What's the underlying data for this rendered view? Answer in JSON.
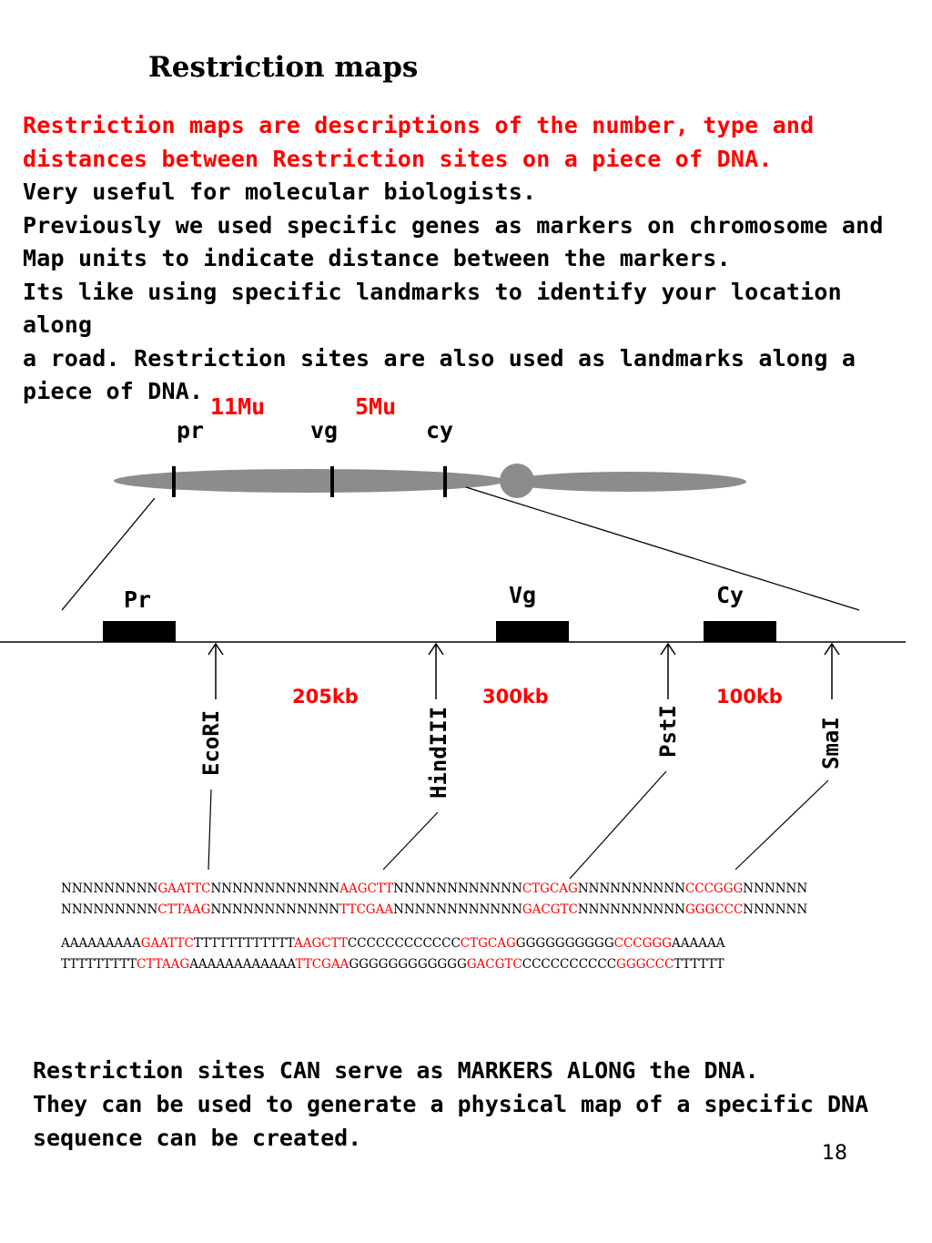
{
  "title": "Restriction maps",
  "intro": {
    "red_lines": [
      "Restriction maps are descriptions of the number, type and",
      "distances between Restriction sites on a piece of DNA."
    ],
    "black_lines": [
      "Very useful for molecular biologists.",
      "Previously we used specific genes as markers on chromosome and",
      "Map units to indicate distance between the markers.",
      "Its like using specific landmarks  to identify your location along",
      "a road. Restriction sites are also used as landmarks along a",
      "piece of DNA."
    ]
  },
  "chromosome": {
    "genetic_distances": [
      "11Mu",
      "5Mu"
    ],
    "gene_markers": [
      "pr",
      "vg",
      "cy"
    ]
  },
  "dna_map": {
    "genes": [
      "Pr",
      "Vg",
      "Cy"
    ],
    "distances": [
      "205kb",
      "300kb",
      "100kb"
    ],
    "enzymes": [
      "EcoRI",
      "HindIII",
      "PstI",
      "SmaI"
    ]
  },
  "sequences": [
    [
      {
        "t": "NNNNNNNNN",
        "s": false
      },
      {
        "t": "GAATTC",
        "s": true
      },
      {
        "t": "NNNNNNNNNNNN",
        "s": false
      },
      {
        "t": "AAGCTT",
        "s": true
      },
      {
        "t": "NNNNNNNNNNNN",
        "s": false
      },
      {
        "t": "CTGCAG",
        "s": true
      },
      {
        "t": "NNNNNNNNNN",
        "s": false
      },
      {
        "t": "CCCGGG",
        "s": true
      },
      {
        "t": "NNNNNN",
        "s": false
      }
    ],
    [
      {
        "t": "NNNNNNNNN",
        "s": false
      },
      {
        "t": "CTTAAG",
        "s": true
      },
      {
        "t": "NNNNNNNNNNNN",
        "s": false
      },
      {
        "t": "TTCGAA",
        "s": true
      },
      {
        "t": "NNNNNNNNNNNN",
        "s": false
      },
      {
        "t": "GACGTC",
        "s": true
      },
      {
        "t": "NNNNNNNNNN",
        "s": false
      },
      {
        "t": "GGGCCC",
        "s": true
      },
      {
        "t": "NNNNNN",
        "s": false
      }
    ],
    [
      {
        "t": "AAAAAAAAA",
        "s": false
      },
      {
        "t": "GAATTC",
        "s": true
      },
      {
        "t": "TTTTTTTTTTTT",
        "s": false
      },
      {
        "t": "AAGCTT",
        "s": true
      },
      {
        "t": "CCCCCCCCCCCC",
        "s": false
      },
      {
        "t": "CTGCAG",
        "s": true
      },
      {
        "t": "GGGGGGGGGG",
        "s": false
      },
      {
        "t": "CCCGGG",
        "s": true
      },
      {
        "t": "AAAAAA",
        "s": false
      }
    ],
    [
      {
        "t": "TTTTTTTTT",
        "s": false
      },
      {
        "t": "CTTAAG",
        "s": true
      },
      {
        "t": "AAAAAAAAAAAA",
        "s": false
      },
      {
        "t": "TTCGAA",
        "s": true
      },
      {
        "t": "GGGGGGGGGGGG",
        "s": false
      },
      {
        "t": "GACGTC",
        "s": true
      },
      {
        "t": "CCCCCCCCCC",
        "s": false
      },
      {
        "t": "GGGCCC",
        "s": true
      },
      {
        "t": "TTTTTT",
        "s": false
      }
    ]
  ],
  "closing": [
    "Restriction sites CAN serve as MARKERS ALONG the DNA.",
    "They can be used to generate a physical map of a specific DNA",
    "sequence can be created."
  ],
  "page_number": "18",
  "colors": {
    "highlight": "#ff0000",
    "chromosome": "#8c8c8c",
    "text": "#000000"
  }
}
